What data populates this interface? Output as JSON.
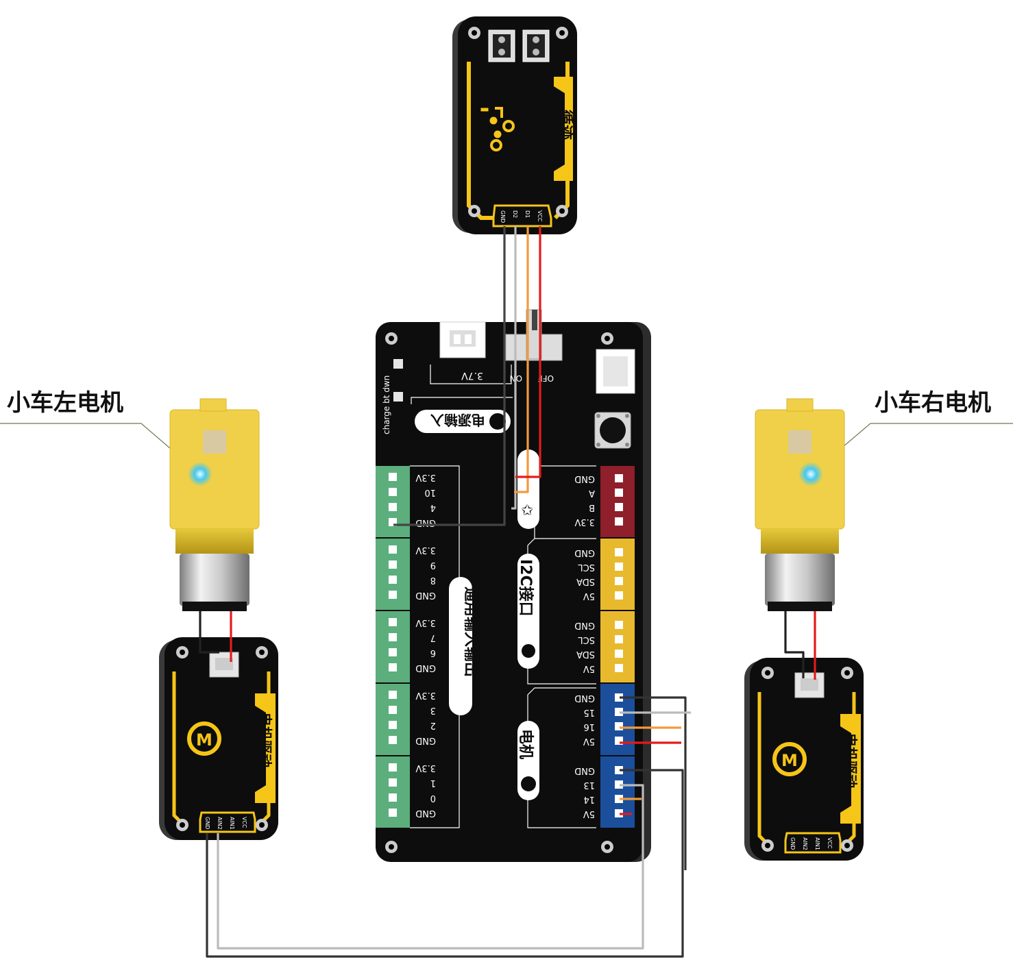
{
  "callouts": {
    "left_motor": "小车左电机",
    "right_motor": "小车右电机"
  },
  "line_sensor": {
    "title": "循迹",
    "pins": [
      "GND",
      "D2",
      "D1",
      "VCC"
    ]
  },
  "main_board": {
    "power_label": "3.7V",
    "switch_off": "OFF",
    "switch_on": "ON",
    "power_input_label": "电源输入",
    "charge_label": "charge bt dwn",
    "io_title": "通用输入输出",
    "i2c_title": "I2C接口",
    "motor_title": "电机",
    "green_groups": [
      [
        "3.3V",
        "10",
        "4",
        "GND"
      ],
      [
        "3.3V",
        "9",
        "8",
        "GND"
      ],
      [
        "3.3V",
        "7",
        "6",
        "GND"
      ],
      [
        "3.3V",
        "3",
        "2",
        "GND"
      ],
      [
        "3.3V",
        "1",
        "0",
        "GND"
      ]
    ],
    "red_header": [
      "GND",
      "A",
      "B",
      "3.3V"
    ],
    "yellow_headers": [
      [
        "GND",
        "SCL",
        "SDA",
        "5V"
      ],
      [
        "GND",
        "SCL",
        "SDA",
        "5V"
      ]
    ],
    "blue_headers": [
      [
        "GND",
        "15",
        "16",
        "5V"
      ],
      [
        "GND",
        "13",
        "14",
        "5V"
      ]
    ]
  },
  "motor_driver": {
    "title": "电机驱动",
    "pins": [
      "GND",
      "AIN2",
      "AIN1",
      "VCC"
    ]
  },
  "colors": {
    "black_pcb": "#0d0d0d",
    "yellow": "#f5c518",
    "green_header": "#5cae7c",
    "red_header": "#8e1f2b",
    "yellow_header": "#e8b92d",
    "blue_header": "#1b4f9c",
    "wire_red": "#e41b1b",
    "wire_orange": "#f39a3b",
    "wire_gray": "#b3b3b3",
    "wire_dark": "#333333",
    "motor_yellow": "#f0d048"
  }
}
